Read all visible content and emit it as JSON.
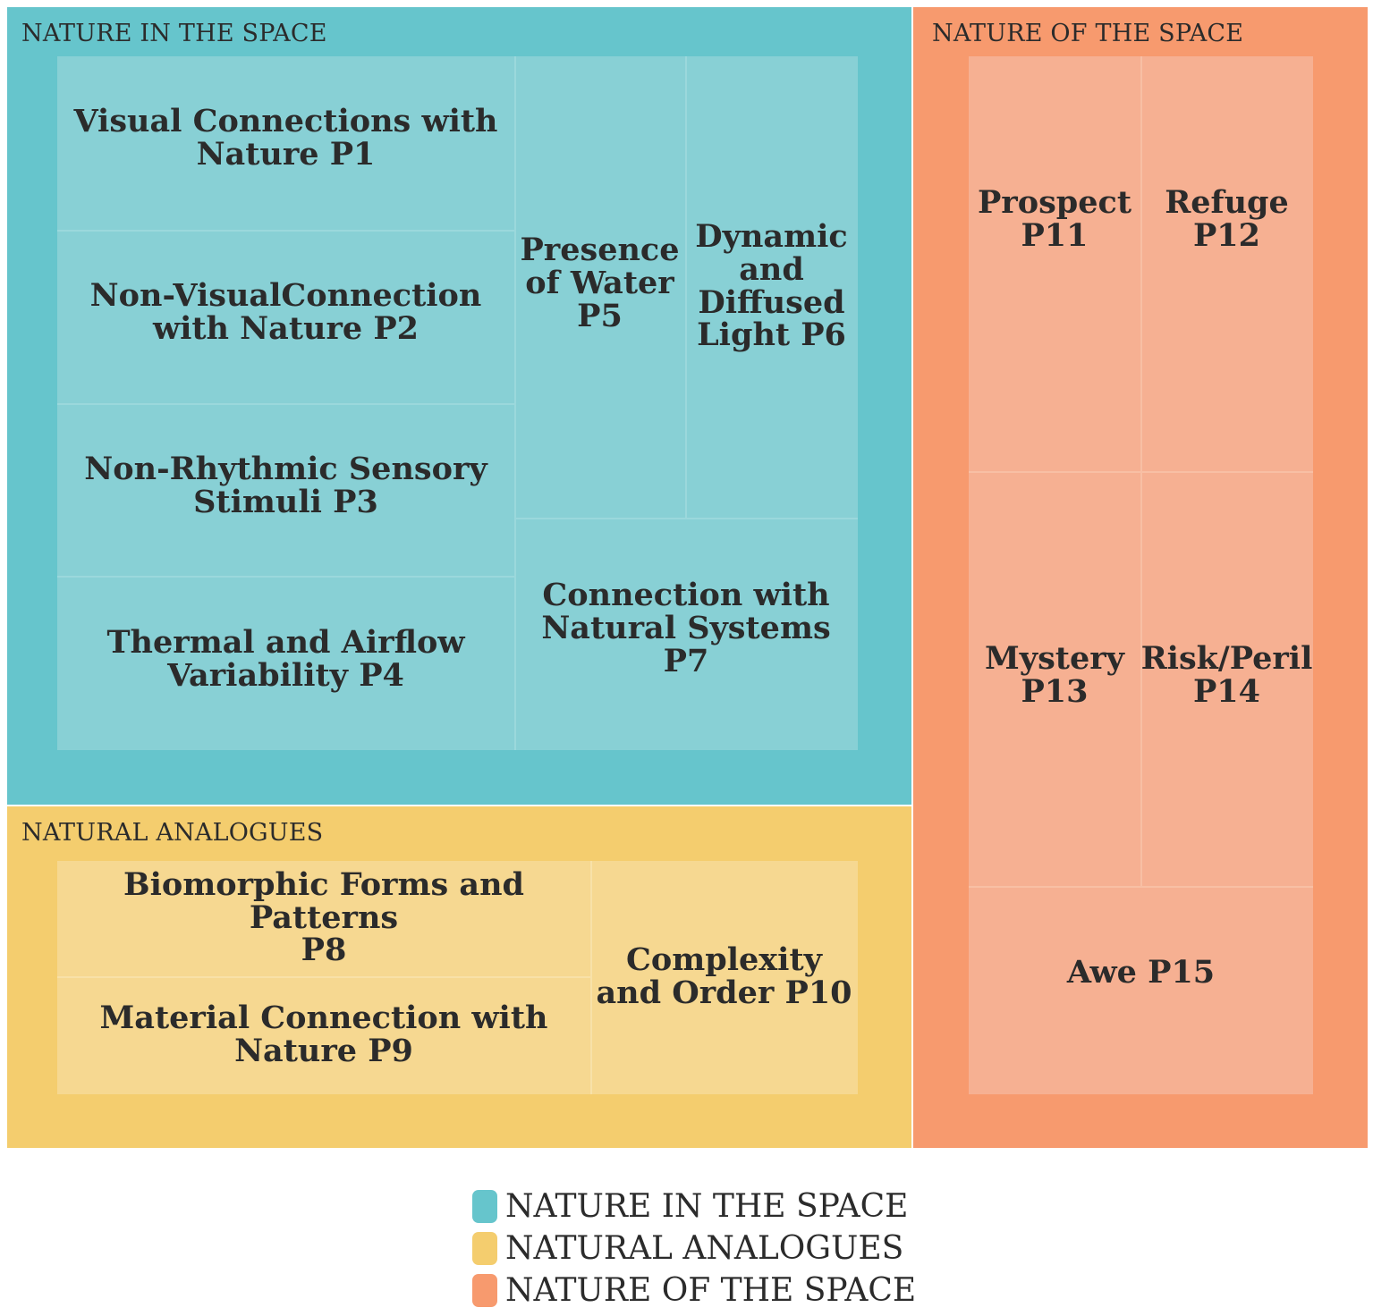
{
  "colors": {
    "nature_in_space_outer": "#66c5cc",
    "nature_in_space_inner": "#88d0d5",
    "natural_analogues_outer": "#f4cd6e",
    "natural_analogues_inner": "#f6d891",
    "nature_of_space_outer": "#f79a6e",
    "nature_of_space_inner": "#f6b092"
  },
  "groups": {
    "nature_in_space": {
      "label": "NATURE IN THE SPACE",
      "p1": "Visual Connections with\nNature P1",
      "p2": "Non-VisualConnection\nwith Nature P2",
      "p3": "Non-Rhythmic Sensory\nStimuli P3",
      "p4": "Thermal and Airflow\nVariability P4",
      "p5": "Presence\nof Water\nP5",
      "p6": "Dynamic\nand\nDiffused\nLight P6",
      "p7": "Connection with\nNatural Systems P7"
    },
    "natural_analogues": {
      "label": "NATURAL ANALOGUES",
      "p8": "Biomorphic Forms and Patterns\nP8",
      "p9": "Material Connection with\nNature P9",
      "p10": "Complexity\nand Order P10"
    },
    "nature_of_space": {
      "label": "NATURE OF THE SPACE",
      "p11": "Prospect\nP11",
      "p12": "Refuge\nP12",
      "p13": "Mystery\nP13",
      "p14": "Risk/Peril\nP14",
      "p15": "Awe P15"
    }
  },
  "legend": [
    {
      "label": "NATURE IN THE SPACE",
      "color": "#66c5cc"
    },
    {
      "label": "NATURAL ANALOGUES",
      "color": "#f4cd6e"
    },
    {
      "label": "NATURE OF THE SPACE",
      "color": "#f79a6e"
    }
  ]
}
